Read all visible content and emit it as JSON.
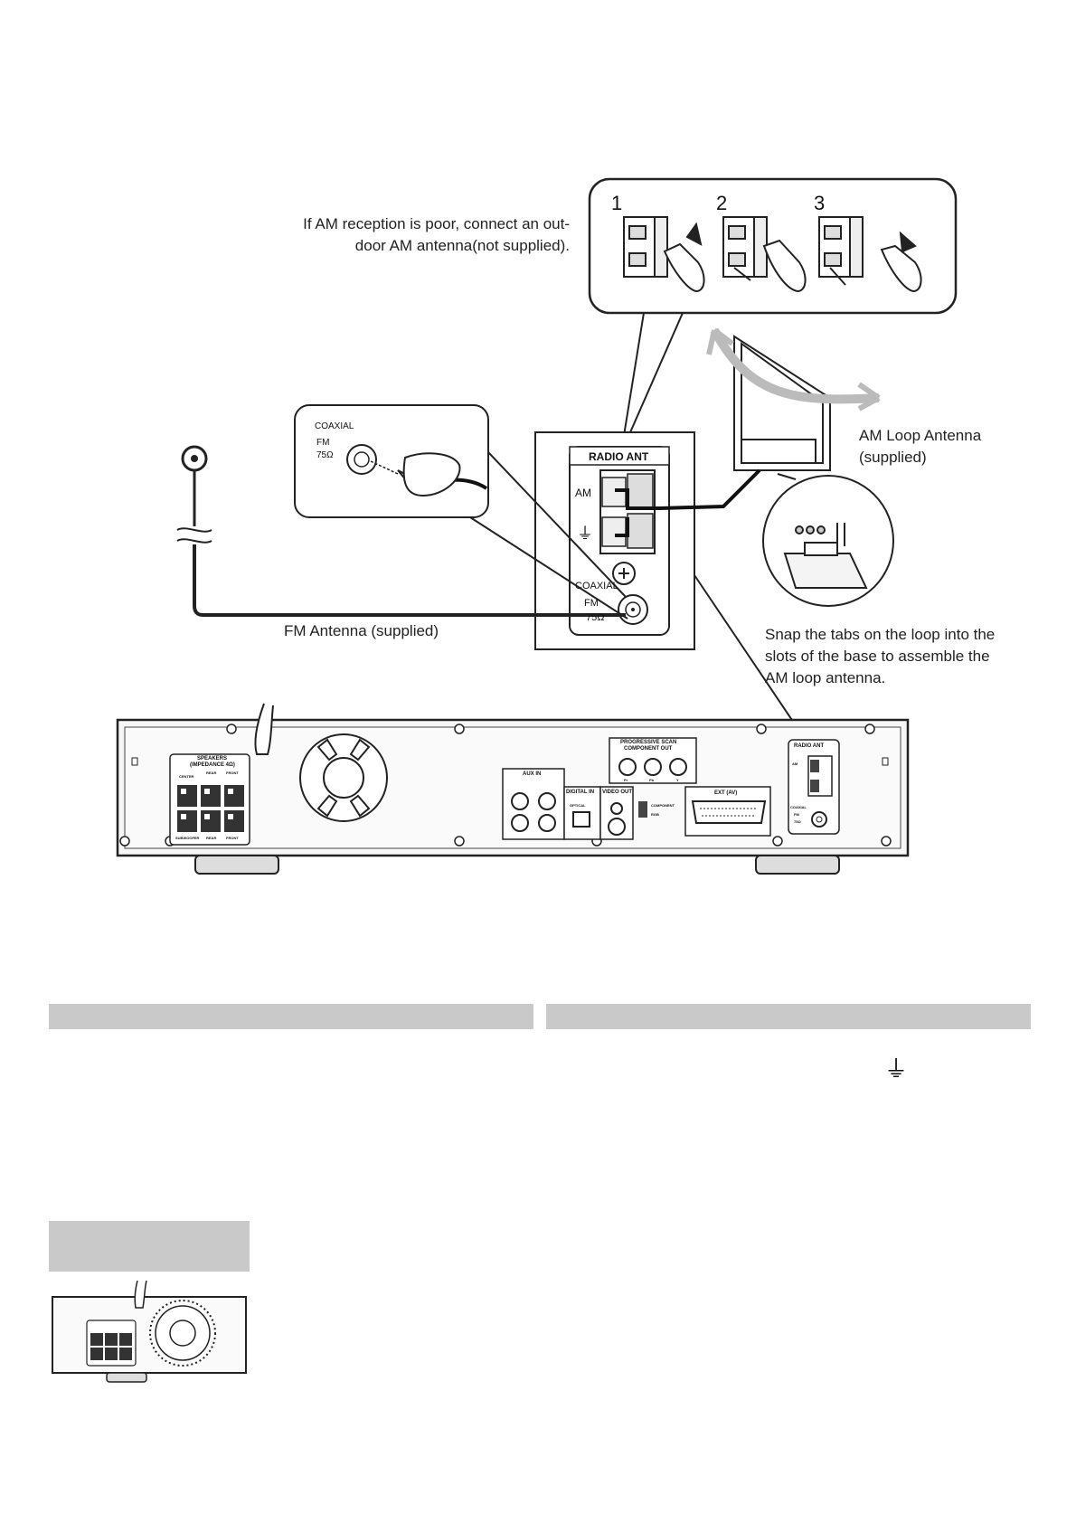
{
  "labels": {
    "am_note_line1": "If AM reception is poor, connect an out-",
    "am_note_line2": "door AM antenna(not supplied).",
    "am_loop_line1": "AM Loop Antenna",
    "am_loop_line2": "(supplied)",
    "fm_antenna": "FM Antenna (supplied)",
    "snap_line1": "Snap the tabs on the loop into the",
    "snap_line2": "slots of the base to assemble the",
    "snap_line3": "AM loop antenna."
  },
  "steps": [
    "1",
    "2",
    "3"
  ],
  "panel": {
    "radio_ant": "RADIO ANT",
    "am": "AM",
    "ground_symbol": "⏚",
    "coaxial": "COAXIAL",
    "fm": "FM",
    "ohms": "75Ω"
  },
  "fm_inset": {
    "coaxial": "COAXIAL",
    "fm": "FM",
    "ohms": "75Ω"
  },
  "rear": {
    "speakers": "SPEAKERS",
    "impedance": "(IMPEDANCE 4Ω)",
    "center": "CENTER",
    "rear": "REAR",
    "front": "FRONT",
    "subwoofer": "SUBWOOFER",
    "rear2": "REAR",
    "front2": "FRONT",
    "aux_in": "AUX IN",
    "prog_scan": "PROGRESSIVE SCAN",
    "component_out": "COMPONENT OUT",
    "pr": "Pr",
    "pb": "Pb",
    "y": "Y",
    "digital_in": "DIGITAL IN",
    "optical": "OPTICAL",
    "video_out": "VIDEO OUT",
    "component": "COMPONENT",
    "rgb": "RGB",
    "ext_av": "EXT (AV)",
    "radio_ant": "RADIO ANT",
    "am": "AM",
    "coaxial": "COAXIAL",
    "fm": "FM",
    "ohms": "75Ω"
  },
  "bottom": {
    "ground_symbol": "⏚"
  }
}
